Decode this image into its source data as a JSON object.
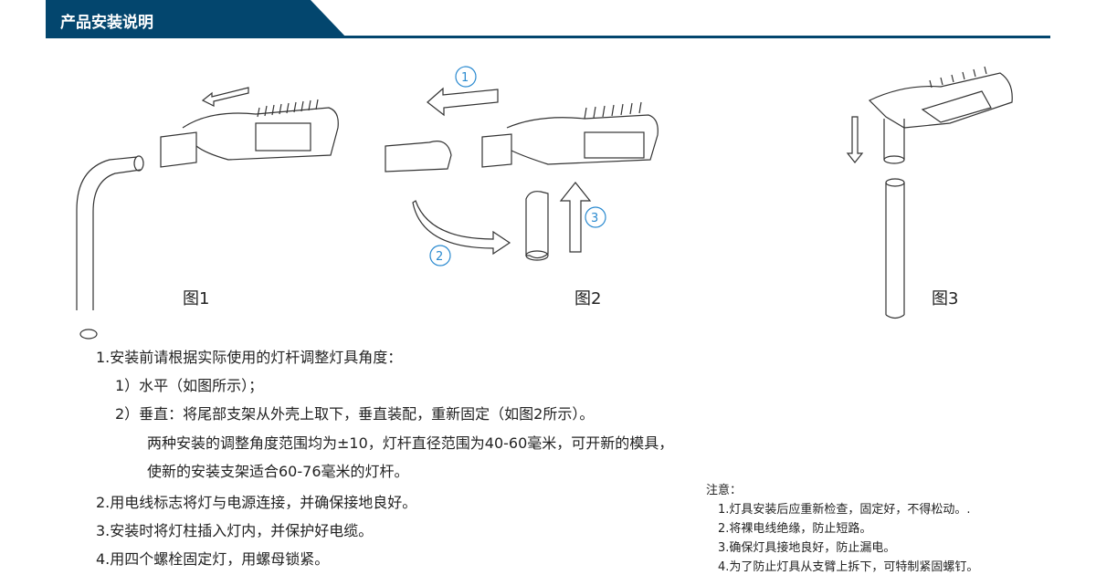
{
  "header": {
    "title": "产品安装说明"
  },
  "figures": {
    "fig1": "图1",
    "fig2": "图2",
    "fig3": "图3",
    "step1": "1",
    "step2": "2",
    "step3": "3"
  },
  "instructions": [
    "1.安装前请根据实际使用的灯杆调整灯具角度：",
    "1）水平（如图所示）；",
    "2）垂直：将尾部支架从外壳上取下，垂直装配，重新固定（如图2所示）。",
    "两种安装的调整角度范围均为±10，灯杆直径范围为40-60毫米，可开新的模具，",
    "使新的安装支架适合60-76毫米的灯杆。",
    "2.用电线标志将灯与电源连接，并确保接地良好。",
    "3.安装时将灯柱插入灯内，并保护好电缆。",
    "4.用四个螺栓固定灯，用螺母锁紧。"
  ],
  "notes": {
    "title": "注意：",
    "items": [
      "1.灯具安装后应重新检查，固定好，不得松动。.",
      "2.将裸电线绝缘，防止短路。",
      "3.确保灯具接地良好，防止漏电。",
      "4.为了防止灯具从支臂上拆下，可特制紧固螺钉。"
    ]
  },
  "colors": {
    "brand": "#03466e",
    "step": "#2a8ad0"
  }
}
